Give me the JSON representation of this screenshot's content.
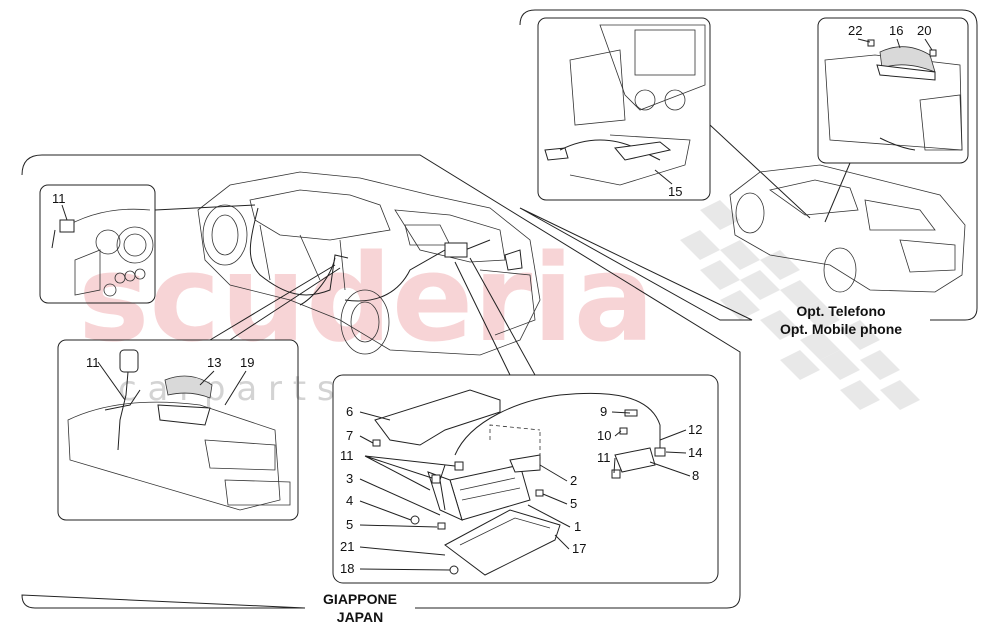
{
  "watermark": {
    "main": "scuderia",
    "sub": "c  a  r     p  a  r  t  s"
  },
  "captions": {
    "japan_it": "GIAPPONE",
    "japan_en": "JAPAN",
    "phone_it": "Opt. Telefono",
    "phone_en": "Opt. Mobile phone"
  },
  "callouts": {
    "c1": "1",
    "c2": "2",
    "c3": "3",
    "c4": "4",
    "c5a": "5",
    "c5b": "5",
    "c6": "6",
    "c7": "7",
    "c8": "8",
    "c9": "9",
    "c10": "10",
    "c11a": "11",
    "c11b": "11",
    "c11c": "11",
    "c11d": "11",
    "c12": "12",
    "c13": "13",
    "c14": "14",
    "c15": "15",
    "c16": "16",
    "c17": "17",
    "c18": "18",
    "c19": "19",
    "c20": "20",
    "c21": "21",
    "c22": "22"
  },
  "colors": {
    "line": "#222222",
    "watermark": "#f3b9bc",
    "checker": "#d0d0d0"
  }
}
